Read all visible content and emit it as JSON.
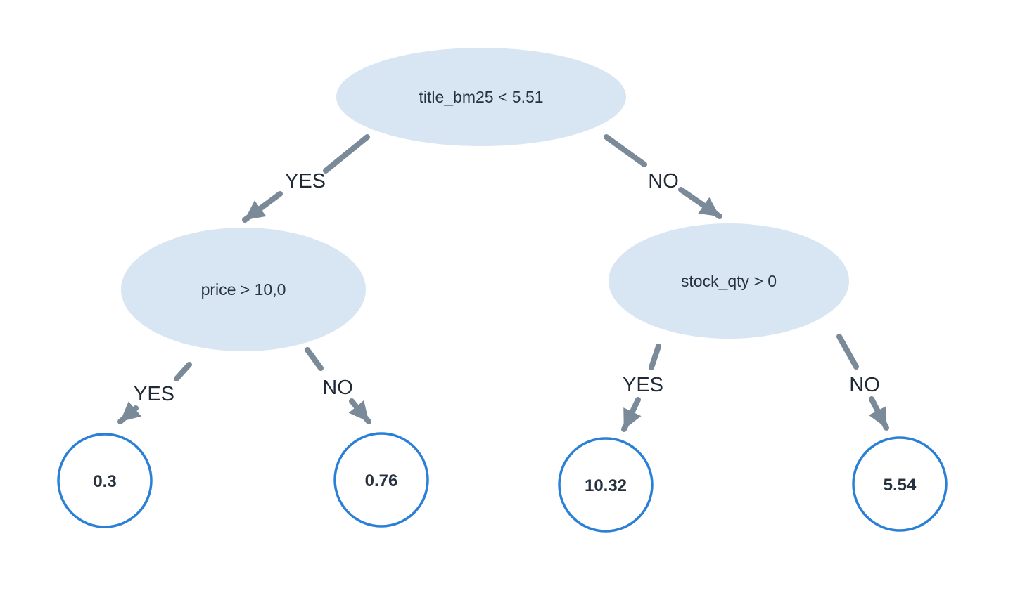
{
  "diagram": {
    "type": "decision-tree",
    "nodes": {
      "root": {
        "label": "title_bm25 < 5.51"
      },
      "left": {
        "label": "price > 10,0"
      },
      "right": {
        "label": "stock_qty > 0"
      },
      "leaf1": {
        "value": "0.3"
      },
      "leaf2": {
        "value": "0.76"
      },
      "leaf3": {
        "value": "10.32"
      },
      "leaf4": {
        "value": "5.54"
      }
    },
    "edges": {
      "root_left": {
        "label": "YES"
      },
      "root_right": {
        "label": "NO"
      },
      "left_leaf1": {
        "label": "YES"
      },
      "left_leaf2": {
        "label": "NO"
      },
      "right_leaf3": {
        "label": "YES"
      },
      "right_leaf4": {
        "label": "NO"
      }
    },
    "colors": {
      "node_fill": "#d8e5f3",
      "leaf_border": "#2a7fd6",
      "arrow": "#7b8a99",
      "text_dark": "#26333f"
    }
  }
}
